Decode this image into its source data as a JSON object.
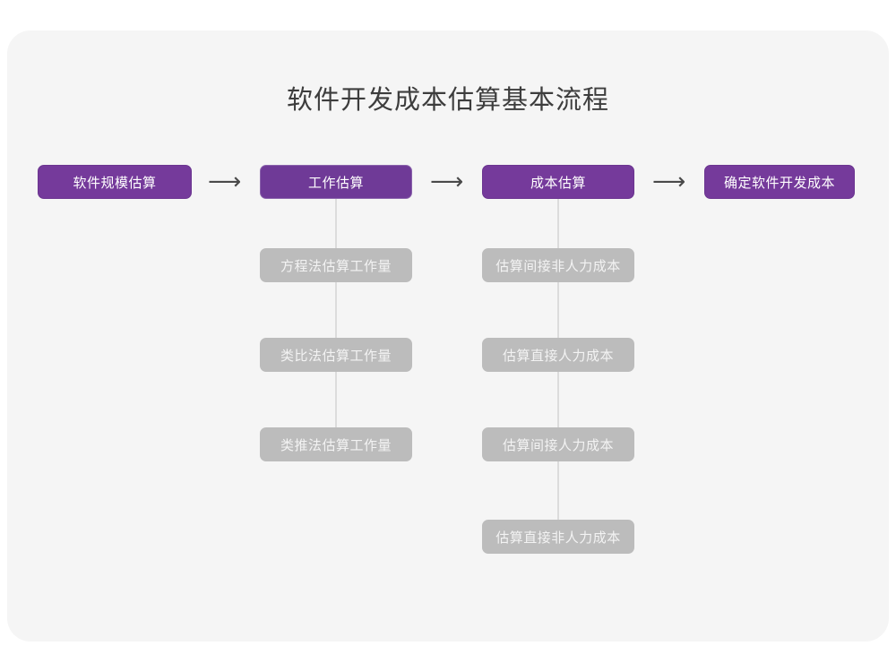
{
  "card": {
    "background": "#f5f5f5"
  },
  "diagram": {
    "title": "软件开发成本估算基本流程",
    "colors": {
      "primary": "#753a9b",
      "primary_accent": "#6f3a97",
      "secondary": "#bcbcbc",
      "connector": "#dcdcdc",
      "arrow": "#4a4a4a",
      "title_text": "#3d3d3d"
    },
    "arrows": [
      {
        "glyph": "⟶"
      },
      {
        "glyph": "⟶"
      },
      {
        "glyph": "⟶"
      }
    ],
    "stages": [
      {
        "label": "软件规模估算",
        "substeps": []
      },
      {
        "label": "工作估算",
        "substeps": [
          "方程法估算工作量",
          "类比法估算工作量",
          "类推法估算工作量"
        ]
      },
      {
        "label": "成本估算",
        "substeps": [
          "估算间接非人力成本",
          "估算直接人力成本",
          "估算间接人力成本",
          "估算直接非人力成本"
        ]
      },
      {
        "label": "确定软件开发成本",
        "substeps": []
      }
    ]
  }
}
